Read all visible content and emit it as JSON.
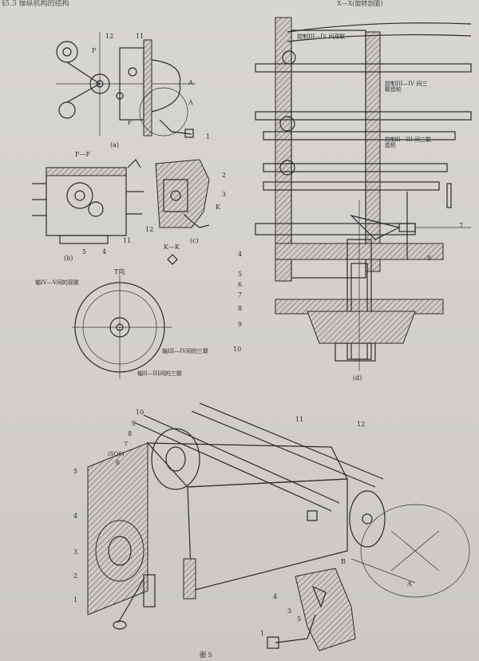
{
  "header": {
    "partial_title": "§5.3 操纵机构的结构"
  },
  "top_right_title": "X—X(旋转剖面)",
  "fig_a": {
    "caption": "(a)",
    "labels": [
      "12",
      "11",
      "A",
      "A",
      "F",
      "F",
      "1"
    ]
  },
  "fig_b": {
    "section": "F—F",
    "caption": "(b)",
    "labels": [
      "5",
      "4",
      "12",
      "11"
    ]
  },
  "fig_c": {
    "caption": "(c)",
    "labels": [
      "2",
      "3",
      "K"
    ],
    "section": "K—K"
  },
  "fig_d": {
    "caption": "(d)",
    "annotations": [
      "控制III—IV 间双联",
      "控制III—IV 间三联齿轮",
      "控制II—III 间三联齿轮"
    ],
    "labels": [
      "4",
      "5",
      "6",
      "7",
      "8",
      "9",
      "10",
      "7",
      "8"
    ]
  },
  "dial_view": {
    "view_label": "T向",
    "annotations": [
      "轴IV—V间的双联",
      "轴III—IV间的三联",
      "轴II—III间的三联"
    ]
  },
  "fig_bottom": {
    "labels": [
      "10",
      "9",
      "8",
      "7",
      "(SQ6)",
      "6",
      "5",
      "4",
      "3",
      "2",
      "1",
      "11",
      "12",
      "B",
      "A"
    ],
    "inset_labels": [
      "4",
      "3",
      "5",
      "1"
    ],
    "caption": "图 5"
  }
}
